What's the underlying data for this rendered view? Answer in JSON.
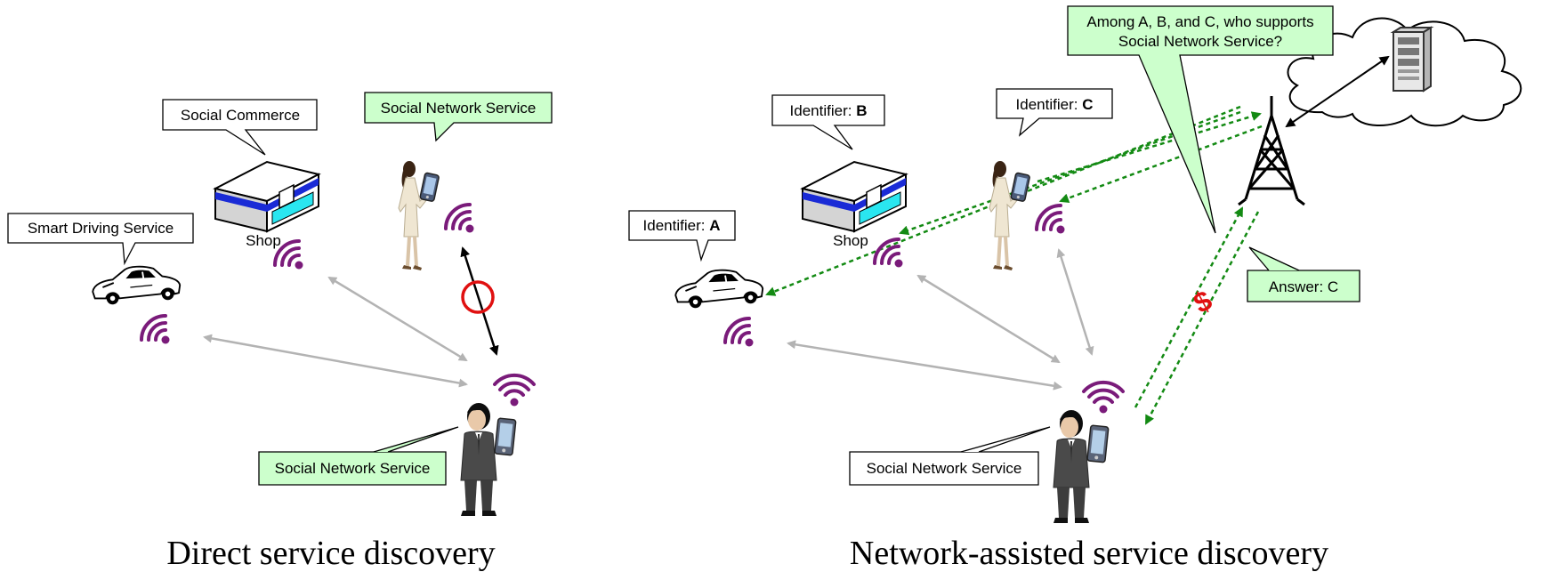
{
  "colors": {
    "callout_green": "#ccffcc",
    "callout_white": "#ffffff",
    "gray_link": "#b3b3b3",
    "green_signal": "#138a13",
    "wifi_purple": "#7a1b7a",
    "circle_red": "#e01010",
    "shop_blue": "#1a2bd6",
    "shop_cyan": "#2ae6f0"
  },
  "left": {
    "caption": "Direct service discovery",
    "car_label": "Smart Driving Service",
    "shop_callout": "Social Commerce",
    "shop_name": "Shop",
    "woman_callout": "Social Network Service",
    "man_callout": "Social Network Service"
  },
  "right": {
    "caption": "Network-assisted service discovery",
    "car_prefix": "Identifier: ",
    "car_id": "A",
    "shop_prefix": "Identifier: ",
    "shop_id": "B",
    "shop_name": "Shop",
    "woman_prefix": "Identifier: ",
    "woman_id": "C",
    "question_line1": "Among A, B, and C, who supports",
    "question_line2": "Social Network Service?",
    "answer": "Answer: C",
    "man_callout": "Social Network Service",
    "charge_symbol": "$"
  }
}
